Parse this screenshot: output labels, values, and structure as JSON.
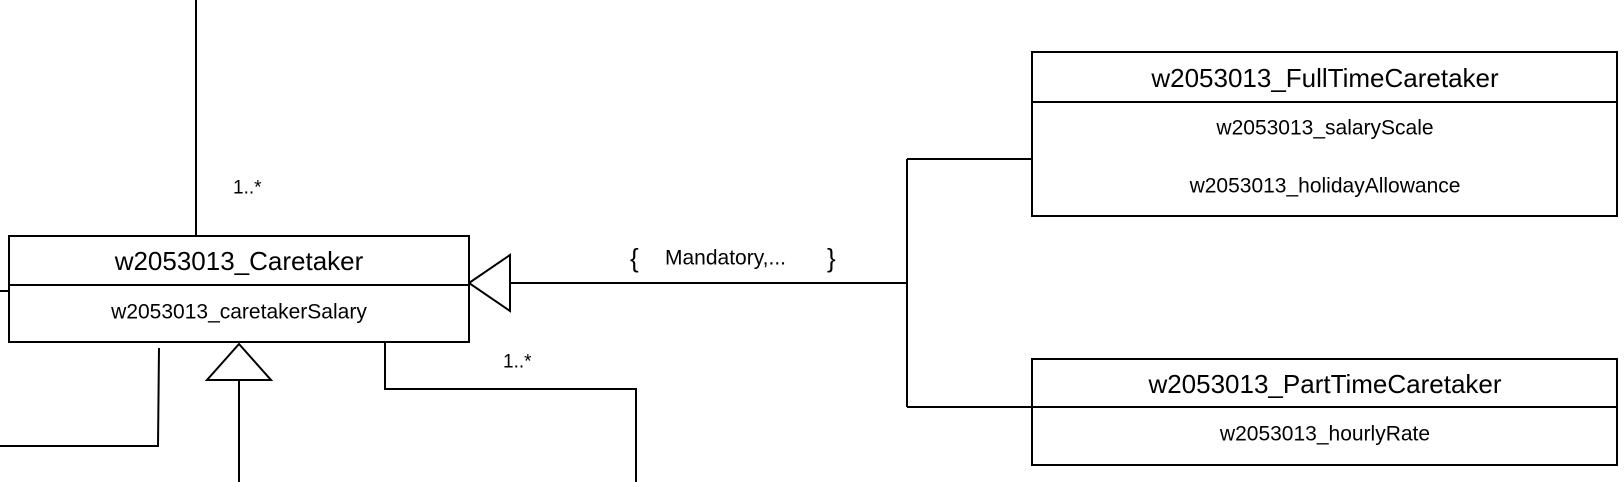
{
  "diagram": {
    "classes": {
      "caretaker": {
        "name": "w2053013_Caretaker",
        "attributes": [
          "w2053013_caretakerSalary"
        ]
      },
      "full_time": {
        "name": "w2053013_FullTimeCaretaker",
        "attributes": [
          "w2053013_salaryScale",
          "w2053013_holidayAllowance"
        ]
      },
      "part_time": {
        "name": "w2053013_PartTimeCaretaker",
        "attributes": [
          "w2053013_hourlyRate"
        ]
      }
    },
    "multiplicities": {
      "upper_association": "1..*",
      "lower_association": "1..*"
    },
    "generalization_constraint": {
      "open_brace": "{",
      "text": "Mandatory,...",
      "close_brace": "}"
    }
  },
  "colors": {
    "stroke": "#000000",
    "background": "#ffffff"
  }
}
